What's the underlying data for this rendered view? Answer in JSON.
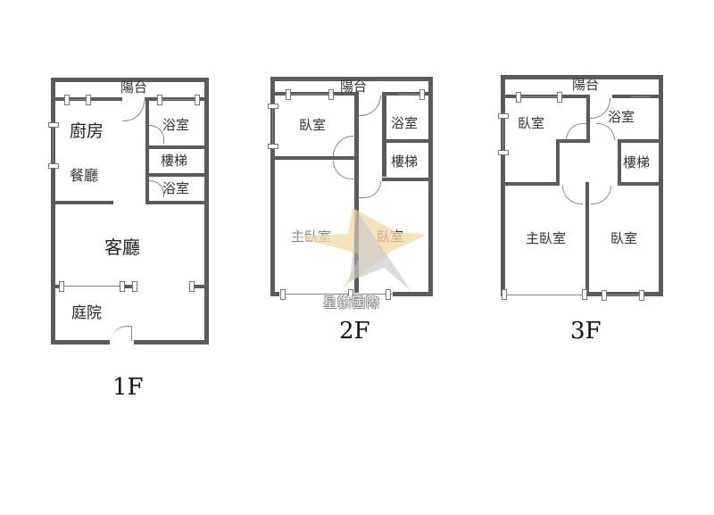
{
  "floors": [
    {
      "id": "1F",
      "label": "1F",
      "rooms": [
        {
          "name": "balcony",
          "label": "陽台"
        },
        {
          "name": "kitchen",
          "label": "廚房"
        },
        {
          "name": "dining",
          "label": "餐廳"
        },
        {
          "name": "bathroom-1",
          "label": "浴室"
        },
        {
          "name": "stairs",
          "label": "樓梯"
        },
        {
          "name": "bathroom-2",
          "label": "浴室"
        },
        {
          "name": "living-room",
          "label": "客廳"
        },
        {
          "name": "courtyard",
          "label": "庭院"
        }
      ]
    },
    {
      "id": "2F",
      "label": "2F",
      "rooms": [
        {
          "name": "balcony",
          "label": "陽台"
        },
        {
          "name": "bedroom-1",
          "label": "臥室"
        },
        {
          "name": "bathroom",
          "label": "浴室"
        },
        {
          "name": "stairs",
          "label": "樓梯"
        },
        {
          "name": "master-bedroom",
          "label": "主臥室"
        },
        {
          "name": "bedroom-2",
          "label": "臥室"
        }
      ]
    },
    {
      "id": "3F",
      "label": "3F",
      "rooms": [
        {
          "name": "balcony",
          "label": "陽台"
        },
        {
          "name": "bedroom-1",
          "label": "臥室"
        },
        {
          "name": "bathroom",
          "label": "浴室"
        },
        {
          "name": "stairs",
          "label": "樓梯"
        },
        {
          "name": "master-bedroom",
          "label": "主臥室"
        },
        {
          "name": "bedroom-2",
          "label": "臥室"
        }
      ]
    }
  ],
  "watermark": {
    "text": "星鑽國際",
    "colors": {
      "star_gold": "#f3d9a4",
      "star_gray": "#b9b9b9"
    }
  },
  "colors": {
    "wall": "#5b5b5b",
    "text": "#333333",
    "background": "#ffffff"
  }
}
